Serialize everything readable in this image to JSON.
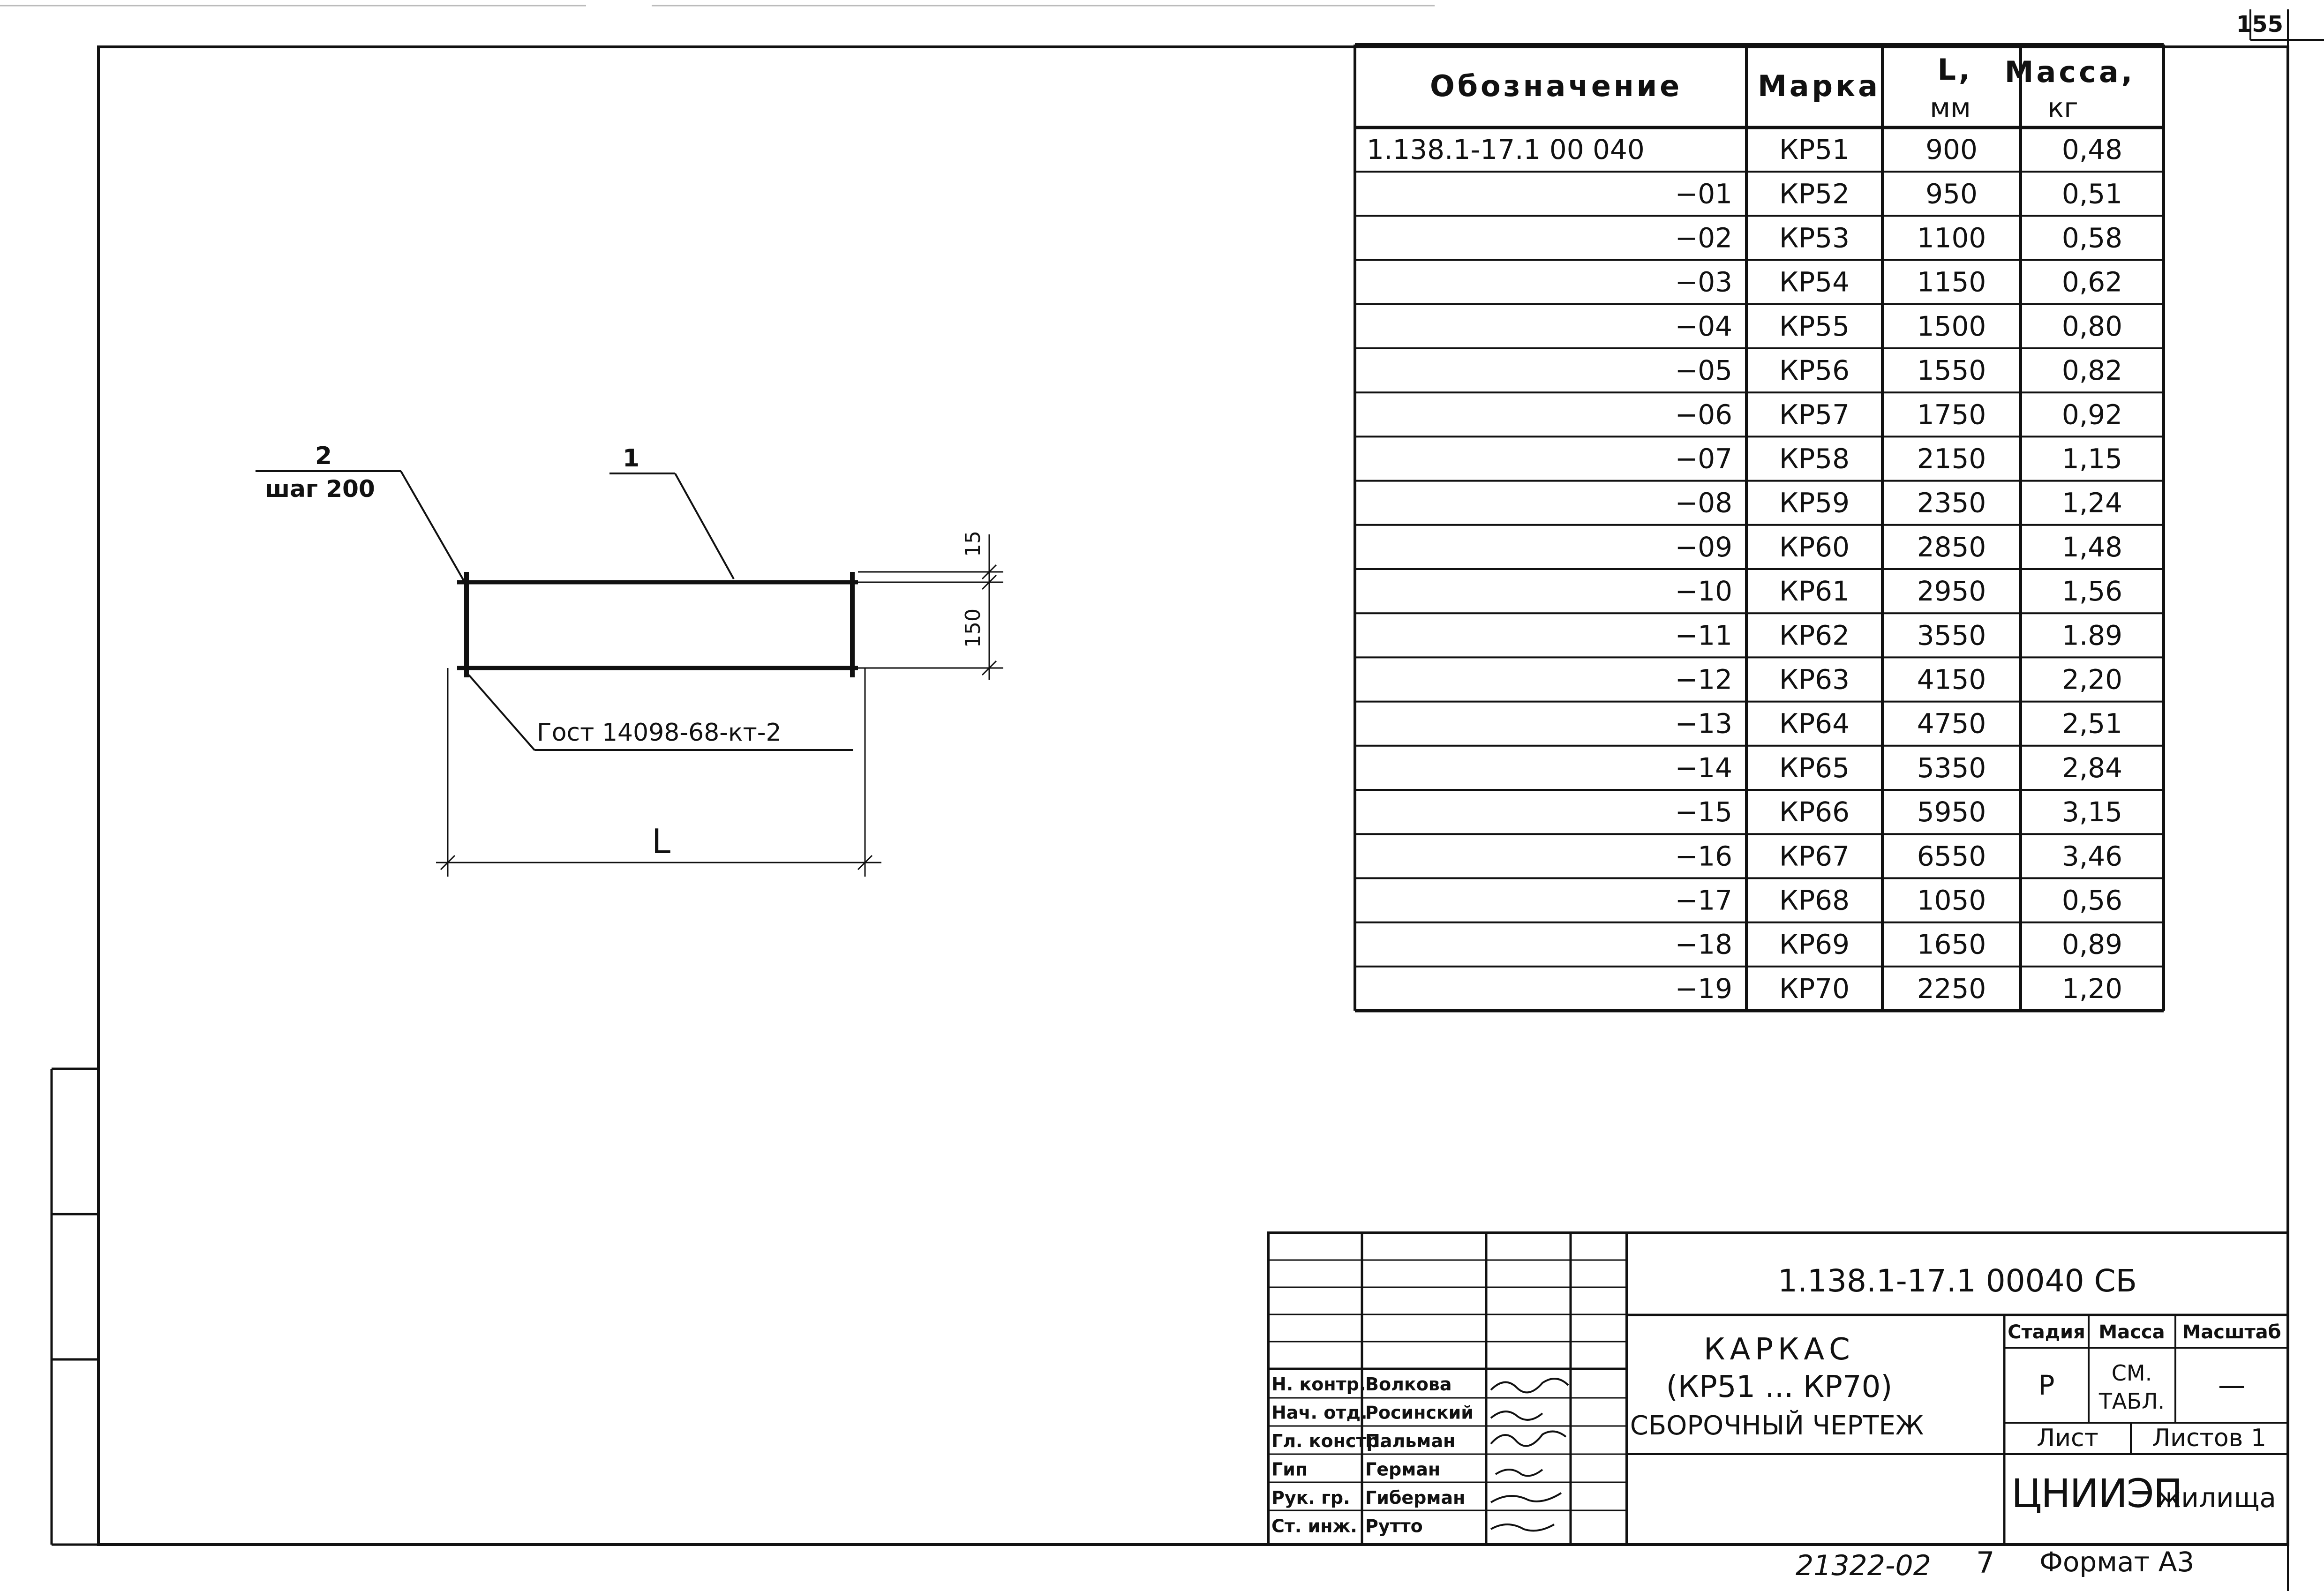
{
  "page_number": "155",
  "table": {
    "headers": {
      "designation": "Обозначение",
      "mark": "Марка",
      "length": "L,",
      "length_unit": "мм",
      "mass": "Масса,",
      "mass_unit": "кг"
    },
    "rows": [
      {
        "designation": "1.138.1-17.1 00 040",
        "mark": "КР51",
        "length": "900",
        "mass": "0,48"
      },
      {
        "designation": "−01",
        "mark": "КР52",
        "length": "950",
        "mass": "0,51"
      },
      {
        "designation": "−02",
        "mark": "КР53",
        "length": "1100",
        "mass": "0,58"
      },
      {
        "designation": "−03",
        "mark": "КР54",
        "length": "1150",
        "mass": "0,62"
      },
      {
        "designation": "−04",
        "mark": "КР55",
        "length": "1500",
        "mass": "0,80"
      },
      {
        "designation": "−05",
        "mark": "КР56",
        "length": "1550",
        "mass": "0,82"
      },
      {
        "designation": "−06",
        "mark": "КР57",
        "length": "1750",
        "mass": "0,92"
      },
      {
        "designation": "−07",
        "mark": "КР58",
        "length": "2150",
        "mass": "1,15"
      },
      {
        "designation": "−08",
        "mark": "КР59",
        "length": "2350",
        "mass": "1,24"
      },
      {
        "designation": "−09",
        "mark": "КР60",
        "length": "2850",
        "mass": "1,48"
      },
      {
        "designation": "−10",
        "mark": "КР61",
        "length": "2950",
        "mass": "1,56"
      },
      {
        "designation": "−11",
        "mark": "КР62",
        "length": "3550",
        "mass": "1.89"
      },
      {
        "designation": "−12",
        "mark": "КР63",
        "length": "4150",
        "mass": "2,20"
      },
      {
        "designation": "−13",
        "mark": "КР64",
        "length": "4750",
        "mass": "2,51"
      },
      {
        "designation": "−14",
        "mark": "КР65",
        "length": "5350",
        "mass": "2,84"
      },
      {
        "designation": "−15",
        "mark": "КР66",
        "length": "5950",
        "mass": "3,15"
      },
      {
        "designation": "−16",
        "mark": "КР67",
        "length": "6550",
        "mass": "3,46"
      },
      {
        "designation": "−17",
        "mark": "КР68",
        "length": "1050",
        "mass": "0,56"
      },
      {
        "designation": "−18",
        "mark": "КР69",
        "length": "1650",
        "mass": "0,89"
      },
      {
        "designation": "−19",
        "mark": "КР70",
        "length": "2250",
        "mass": "1,20"
      }
    ]
  },
  "sketch": {
    "pos2_number": "2",
    "pos2_note": "шаг 200",
    "pos1_number": "1",
    "dim_15": "15",
    "dim_150": "150",
    "weld_note": "Гост 14098-68-кт-2",
    "dim_L": "L"
  },
  "title_block": {
    "document_code": "1.138.1-17.1 00040 СБ",
    "title_line1": "КАРКАС",
    "title_line2": "(КР51 ... КР70)",
    "title_line3": "СБОРОЧНЫЙ ЧЕРТЕЖ",
    "stage_label": "Стадия",
    "mass_label": "Масса",
    "scale_label": "Масштаб",
    "stage_value": "Р",
    "mass_value_1": "СМ.",
    "mass_value_2": "ТАБЛ.",
    "scale_value": "—",
    "sheet_label": "Лист",
    "sheets_label": "Листов 1",
    "org_name": "ЦНИИЭП",
    "org_suffix": "жилища",
    "signatories": [
      {
        "role": "Н. контр.",
        "name": "Волкова"
      },
      {
        "role": "Нач. отд.",
        "name": "Росинский"
      },
      {
        "role": "Гл. констр.",
        "name": "Пальман"
      },
      {
        "role": "Гип",
        "name": "Герман"
      },
      {
        "role": "Рук. гр.",
        "name": "Гиберман"
      },
      {
        "role": "Ст. инж.",
        "name": "Рутто"
      }
    ]
  },
  "footer": {
    "archive_number": "21322-02",
    "sheet_number": "7",
    "format": "Формат А3"
  }
}
